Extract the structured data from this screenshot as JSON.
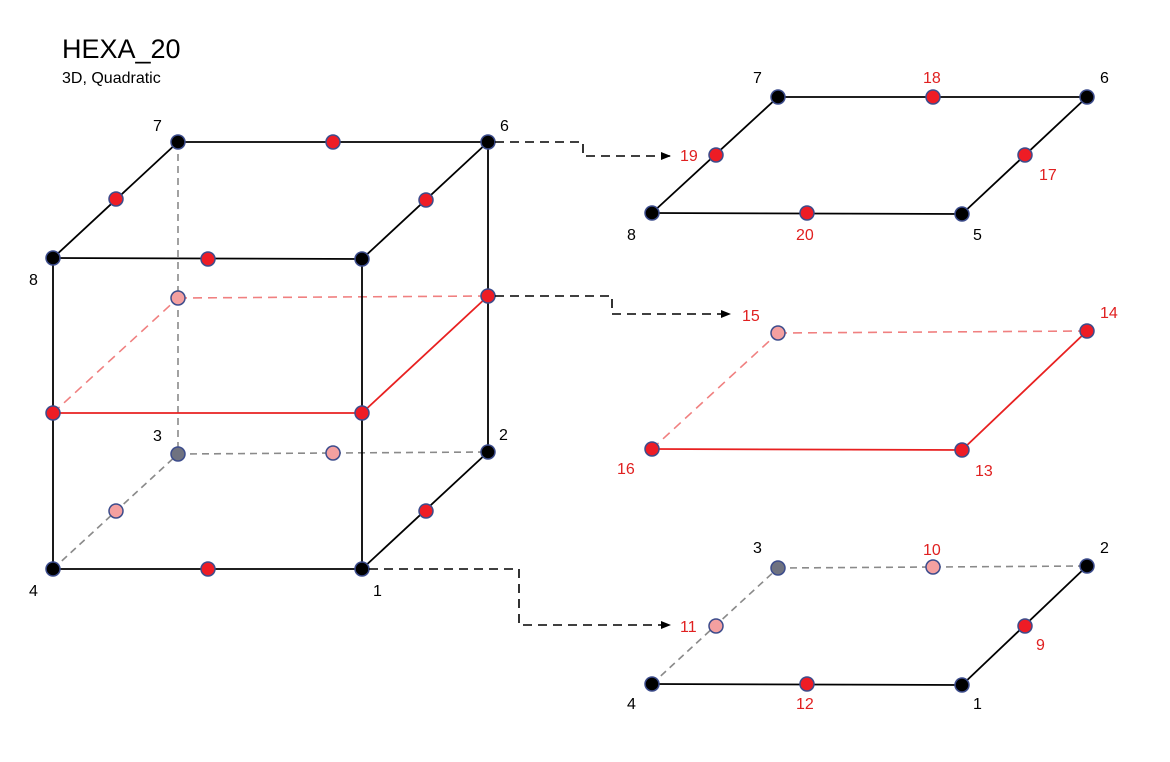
{
  "title": "HEXA_20",
  "subtitle": "3D, Quadratic",
  "colors": {
    "black": "#000000",
    "red": "#e82020",
    "red_node": "#ee1c25",
    "pink": "#f08080",
    "pink_node": "#f4a0a0",
    "gray": "#808080",
    "gray_node": "#6f7280",
    "node_stroke": "#3c4c8c"
  },
  "cube_labels": [
    "7",
    "6",
    "8",
    "3",
    "2",
    "4",
    "1"
  ],
  "top_face_labels": [
    "7",
    "18",
    "6",
    "19",
    "17",
    "8",
    "20",
    "5"
  ],
  "mid_face_labels": [
    "15",
    "14",
    "16",
    "13"
  ],
  "bottom_face_labels": [
    "3",
    "10",
    "2",
    "11",
    "9",
    "4",
    "12",
    "1"
  ]
}
